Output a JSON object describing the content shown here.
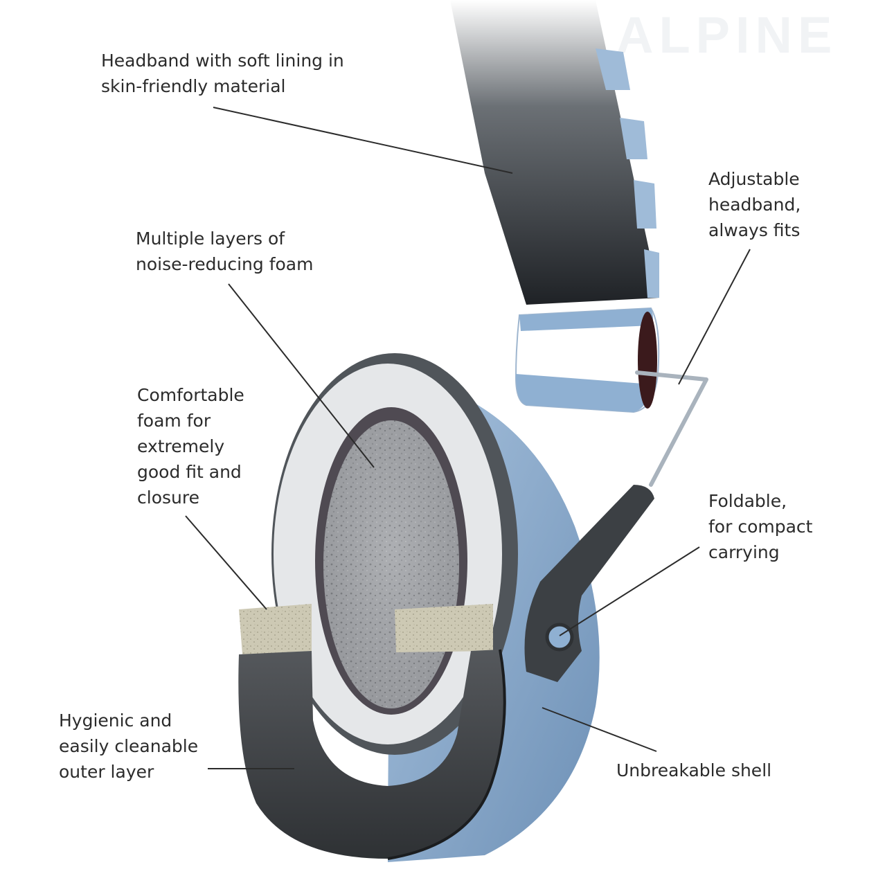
{
  "watermark": "ALPINE",
  "colors": {
    "shell": "#8fb0d2",
    "shell_dark": "#6f92b8",
    "headband": "#2f3337",
    "ear_pad": "#4a4d51",
    "foam_core": "#c9c5b0",
    "inner_foam": "#9a9ca0",
    "ring": "#e4e6e8",
    "leader_line": "#2b2b2b"
  },
  "callouts": [
    {
      "id": "headband",
      "lines": [
        "Headband with soft lining in",
        "skin-friendly material"
      ]
    },
    {
      "id": "adjustable",
      "lines": [
        "Adjustable",
        "headband,",
        "always fits"
      ]
    },
    {
      "id": "layers",
      "lines": [
        "Multiple layers of",
        "noise-reducing foam"
      ]
    },
    {
      "id": "comfort",
      "lines": [
        "Comfortable",
        "foam for",
        "extremely",
        "good fit and",
        "closure"
      ]
    },
    {
      "id": "foldable",
      "lines": [
        "Foldable,",
        "for compact",
        "carrying"
      ]
    },
    {
      "id": "hygienic",
      "lines": [
        "Hygienic and",
        "easily cleanable",
        "outer layer"
      ]
    },
    {
      "id": "shell",
      "lines": [
        "Unbreakable shell"
      ]
    }
  ]
}
